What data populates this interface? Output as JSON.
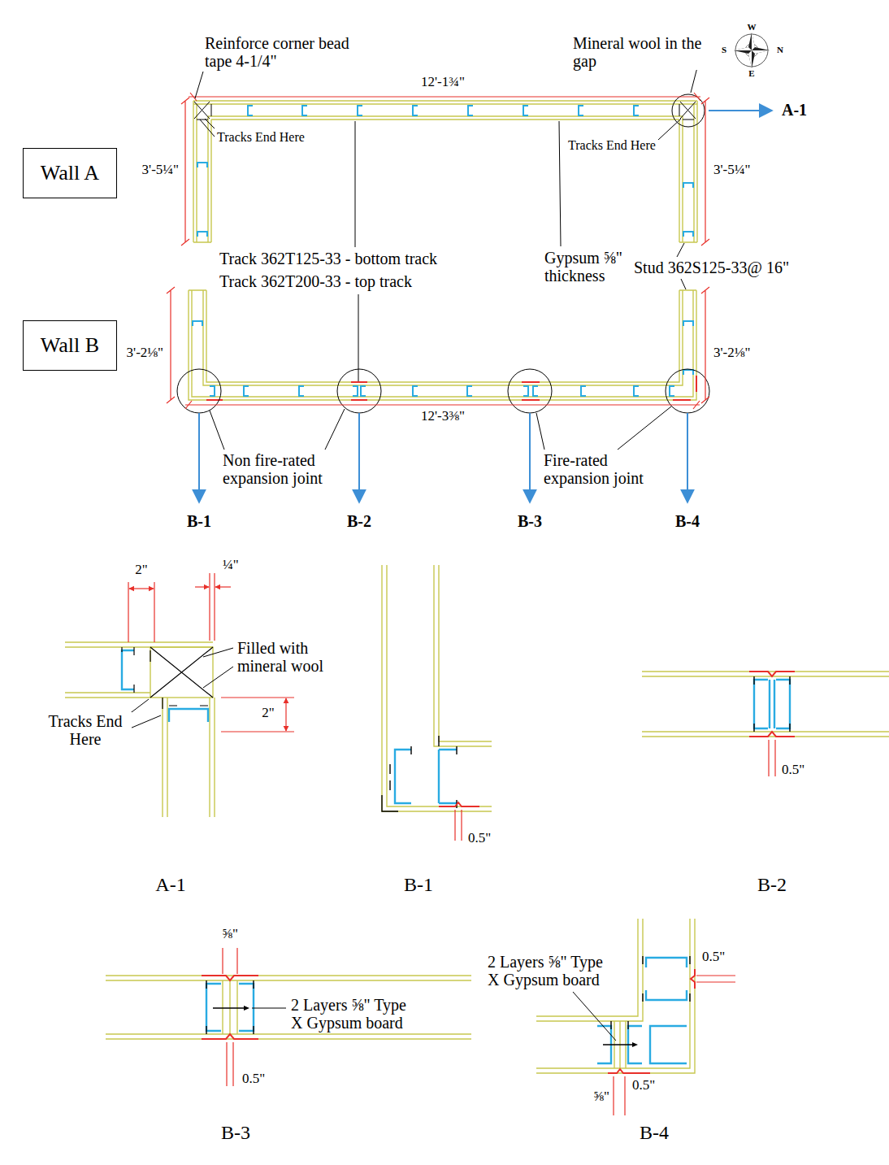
{
  "diagram": {
    "nodes": [
      {
        "text": [
          "Wall A"
        ]
      },
      {
        "text": [
          "Wall B"
        ]
      }
    ],
    "labels": [
      "Reinforce corner bead tape 4-1/4\"",
      "Mineral wool in the gap",
      "W",
      "S",
      "N",
      "E",
      "12'-1¾\"",
      "Tracks End Here",
      "Tracks End Here",
      "A-1",
      "3'-5¼\"",
      "3'-5¼\"",
      "Track 362T125-33 - bottom track",
      "Track 362T200-33 - top track",
      "Gypsum ⅝\" thickness",
      "Stud 362S125-33@ 16\"",
      "3'-2⅛\"",
      "3'-2⅛\"",
      "12'-3⅜\"",
      "Non fire-rated expansion joint",
      "Fire-rated expansion joint",
      "B-1",
      "B-2",
      "B-3",
      "B-4",
      "2\"",
      "¼\"",
      "Filled with mineral wool",
      "Tracks End Here",
      "2\"",
      "0.5\"",
      "0.5\"",
      "⅝\"",
      "2 Layers ⅝\" Type X Gypsum board",
      "0.5\"",
      "2 Layers ⅝\" Type X Gypsum board",
      "0.5\"",
      "⅝\"",
      "0.5\"",
      "A-1",
      "B-1",
      "B-2",
      "B-3",
      "B-4"
    ]
  }
}
